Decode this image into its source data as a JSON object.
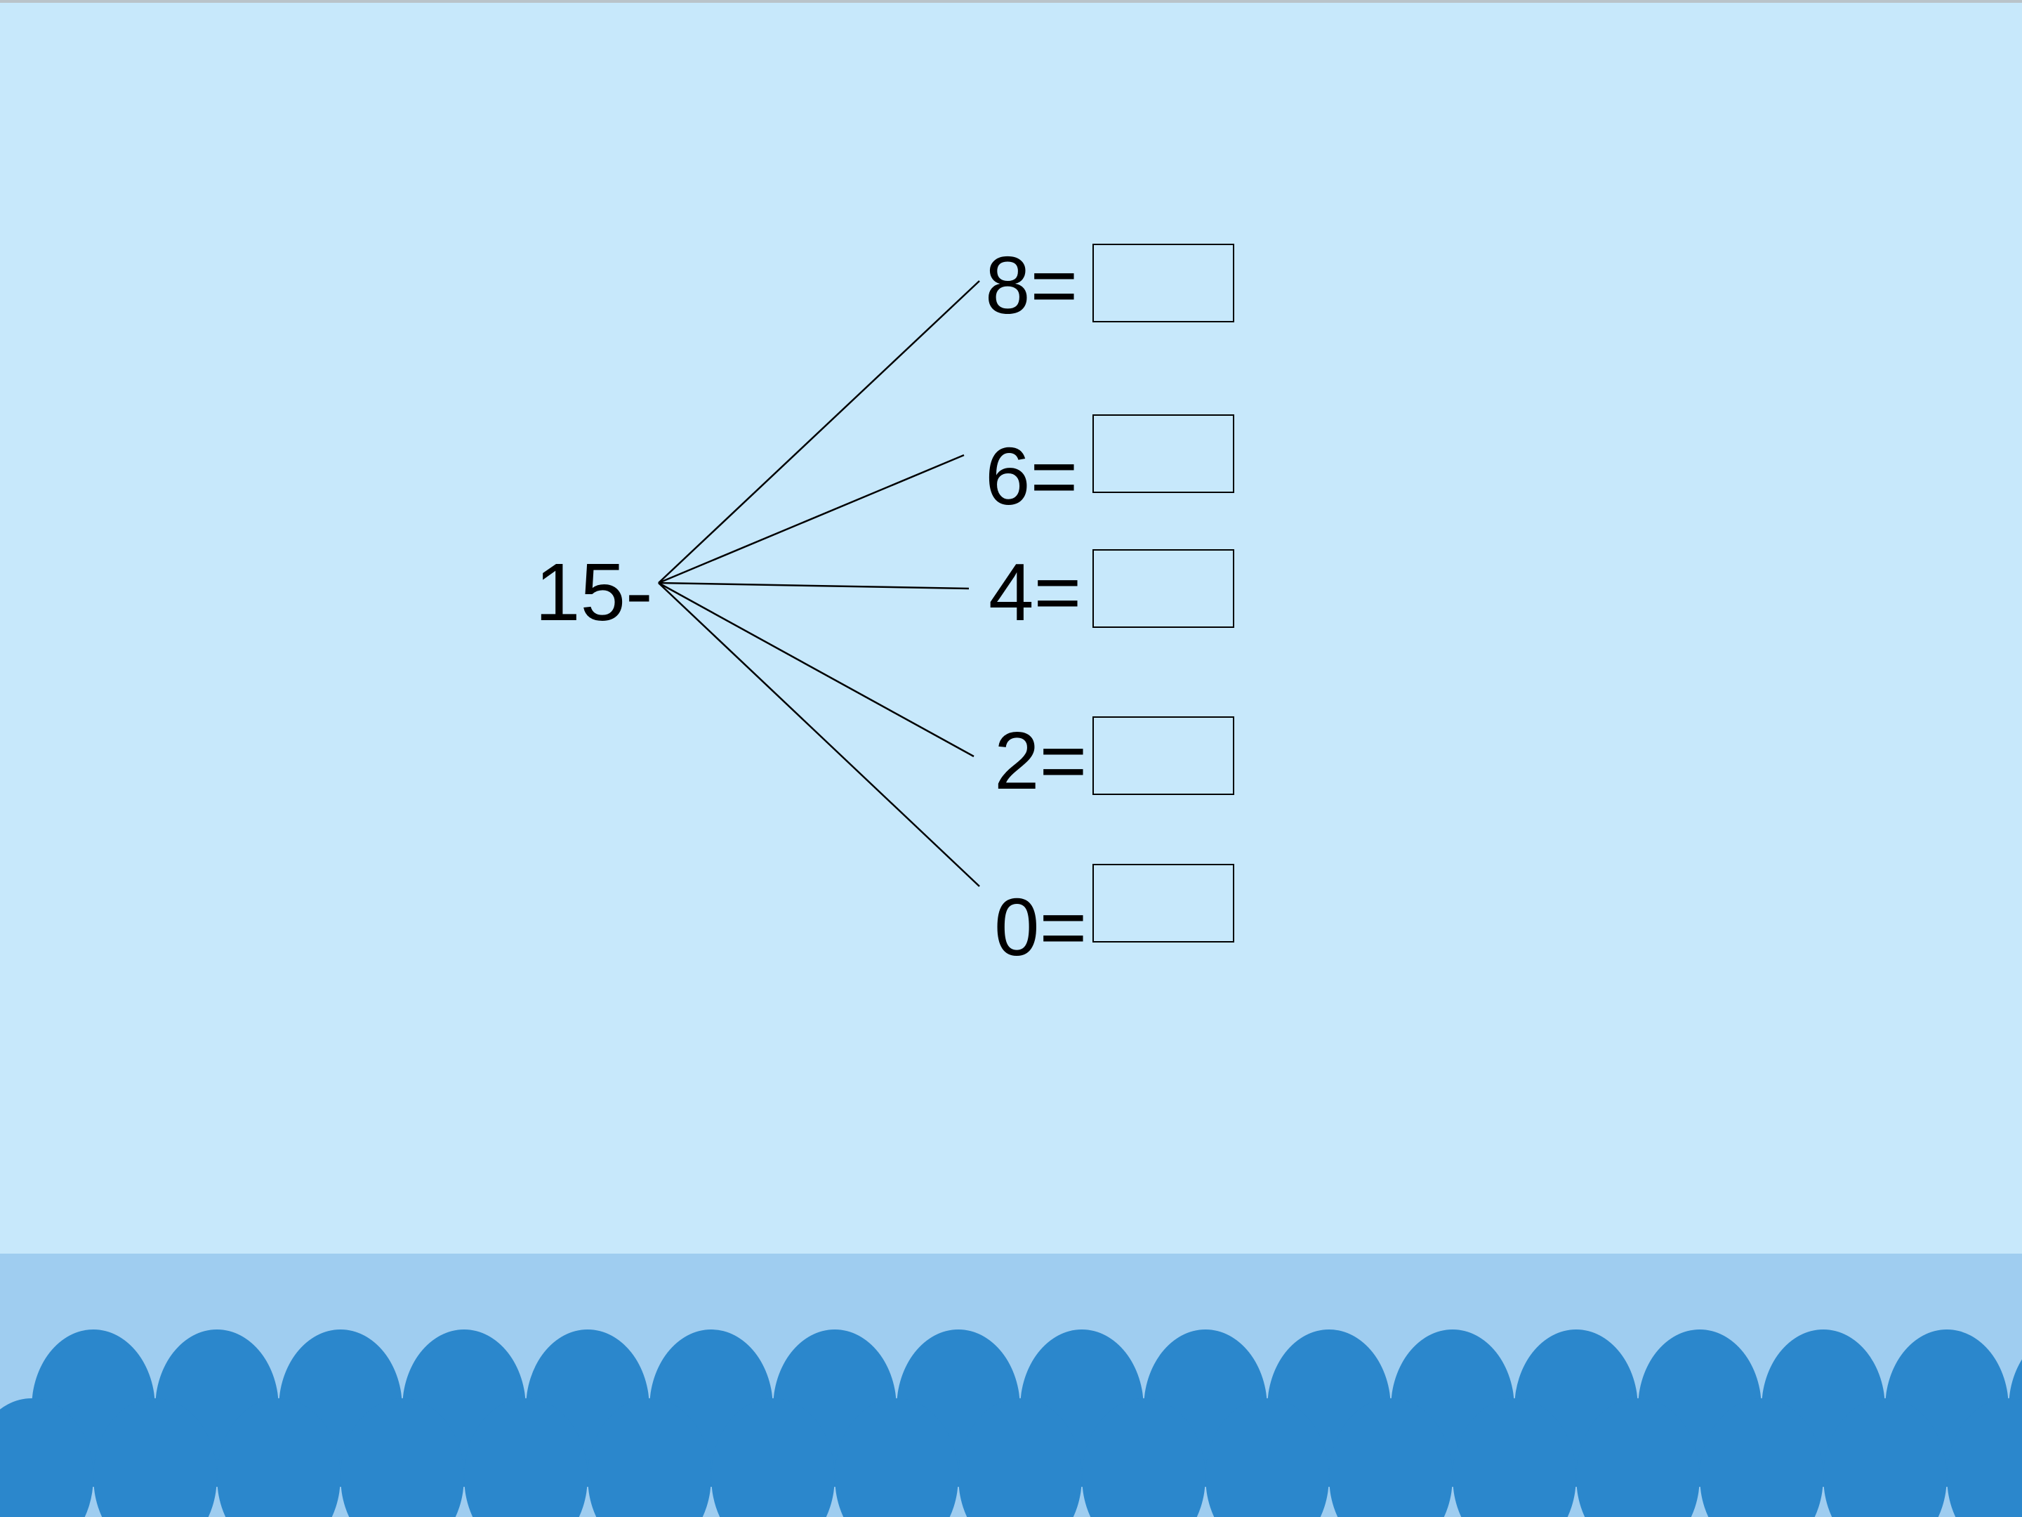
{
  "problem": {
    "minuend": "15-",
    "subtrahends": [
      {
        "expression": "8=",
        "answer": ""
      },
      {
        "expression": "6=",
        "answer": ""
      },
      {
        "expression": "4=",
        "answer": ""
      },
      {
        "expression": "2=",
        "answer": ""
      },
      {
        "expression": "0=",
        "answer": ""
      }
    ]
  },
  "colors": {
    "sky": "#c7e8fb",
    "ground": "#9fcdf0",
    "waves": "#2b87cc",
    "ink": "#000000"
  }
}
